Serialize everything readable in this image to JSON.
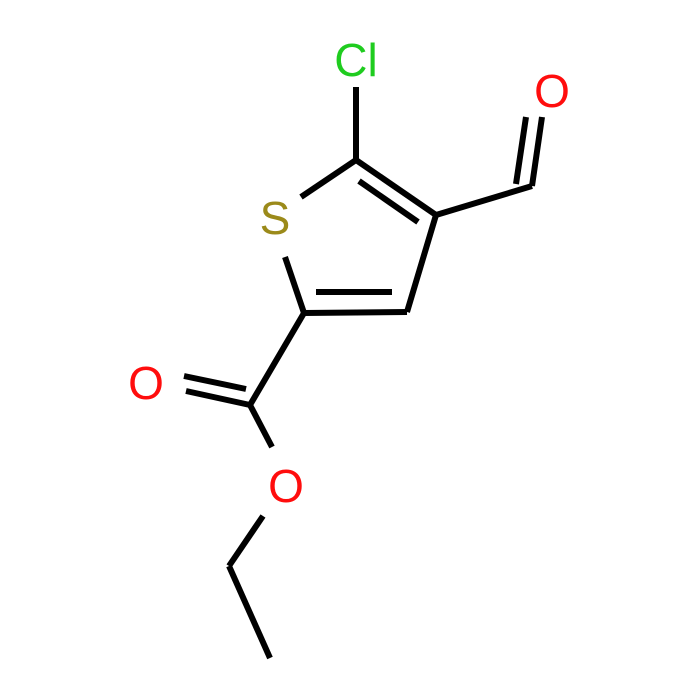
{
  "molecule": {
    "atoms": {
      "chlorine": {
        "symbol": "Cl",
        "color": "#1fcc1f"
      },
      "sulfur": {
        "symbol": "S",
        "color": "#9b8a1a"
      },
      "aldehyde_oxygen": {
        "symbol": "O",
        "color": "#ff0d0d"
      },
      "carbonyl_oxygen": {
        "symbol": "O",
        "color": "#ff0d0d"
      },
      "ester_oxygen": {
        "symbol": "O",
        "color": "#ff0d0d"
      }
    },
    "bond_color": "#000000"
  }
}
